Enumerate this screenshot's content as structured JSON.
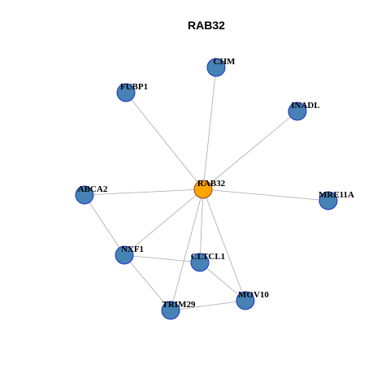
{
  "title": "RAB32",
  "colors": {
    "center_fill": "#FFA500",
    "node_fill": "#4682B4",
    "node_stroke": "#1F32C8",
    "edge": "#A9A9A9",
    "background": "#FFFFFF"
  },
  "graph": {
    "center": "RAB32",
    "nodes": [
      "RAB32",
      "CHM",
      "FUBP1",
      "INADL",
      "ABCA2",
      "MRE11A",
      "NXF1",
      "CLTCL1",
      "MOV10",
      "TRIM29"
    ],
    "edges": [
      [
        "RAB32",
        "CHM"
      ],
      [
        "RAB32",
        "FUBP1"
      ],
      [
        "RAB32",
        "INADL"
      ],
      [
        "RAB32",
        "ABCA2"
      ],
      [
        "RAB32",
        "MRE11A"
      ],
      [
        "RAB32",
        "NXF1"
      ],
      [
        "RAB32",
        "CLTCL1"
      ],
      [
        "RAB32",
        "MOV10"
      ],
      [
        "RAB32",
        "TRIM29"
      ],
      [
        "ABCA2",
        "NXF1"
      ],
      [
        "NXF1",
        "CLTCL1"
      ],
      [
        "NXF1",
        "TRIM29"
      ],
      [
        "CLTCL1",
        "MOV10"
      ],
      [
        "TRIM29",
        "MOV10"
      ]
    ]
  }
}
